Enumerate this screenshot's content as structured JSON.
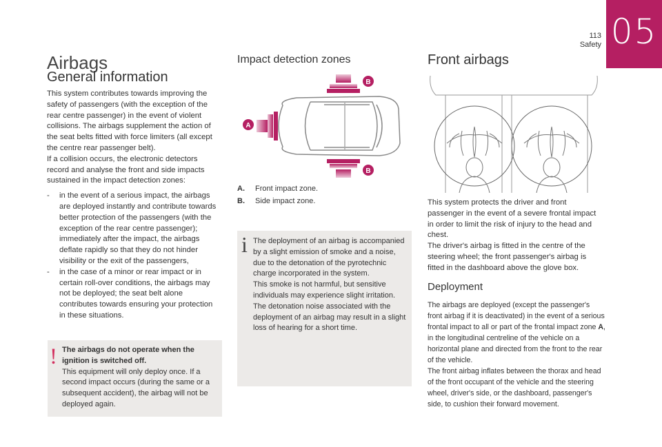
{
  "header": {
    "chapter": "05",
    "page_number": "113",
    "section": "Safety"
  },
  "col1": {
    "title": "Airbags",
    "subtitle": "General information",
    "intro": "This system contributes towards improving the safety of passengers (with the exception of the rear centre passenger) in the event of violent collisions. The airbags supplement the action of the seat belts fitted with force limiters (all except the centre rear passenger belt).",
    "intro2": "If a collision occurs, the electronic detectors record and analyse the front and side impacts sustained in the impact detection zones:",
    "bullets": [
      "in the event of a serious impact, the airbags are deployed instantly and contribute towards better protection of the passengers (with the exception of the rear centre passenger); immediately after the impact, the airbags deflate rapidly so that they do not hinder visibility or the exit of the passengers,",
      "in the case of a minor or rear impact or in certain roll-over conditions, the airbags may not be deployed; the seat belt alone contributes towards ensuring your protection in these situations."
    ],
    "warning": {
      "symbol": "!",
      "bold": "The airbags do not operate when the ignition is switched off.",
      "text": "This equipment will only deploy once. If a second impact occurs (during the same or a subsequent accident), the airbag will not be deployed again."
    }
  },
  "col2": {
    "title": "Impact detection zones",
    "marker_a": "A",
    "marker_b": "B",
    "legend": [
      {
        "key": "A.",
        "text": "Front impact zone."
      },
      {
        "key": "B.",
        "text": "Side impact zone."
      }
    ],
    "info": {
      "symbol": "i",
      "p1": "The deployment of an airbag is accompanied by a slight emission of smoke and a noise, due to the detonation of the pyrotechnic charge incorporated in the system.",
      "p2": "This smoke is not harmful, but sensitive individuals may experience slight irritation.",
      "p3": "The detonation noise associated with the deployment of an airbag may result in a slight loss of hearing for a short time."
    }
  },
  "col3": {
    "title": "Front airbags",
    "p1": "This system protects the driver and front passenger in the event of a severe frontal impact in order to limit the risk of injury to the head and chest.",
    "p2": "The driver's airbag is fitted in the centre of the steering wheel; the front passenger's airbag is fitted in the dashboard above the glove box.",
    "deployment_title": "Deployment",
    "d1_before": "The airbags are deployed (except the passenger's front airbag if it is deactivated) in the event of a serious frontal impact to all or part of the frontal impact zone ",
    "d1_zone": "A",
    "d1_after": ", in the longitudinal centreline of the vehicle on a horizontal plane and directed from the front to the rear of the vehicle.",
    "d2": "The front airbag inflates between the thorax and head of the front occupant of the vehicle and the steering wheel, driver's side, or the dashboard, passenger's side, to cushion their forward movement."
  },
  "colors": {
    "accent": "#b51f62",
    "box_bg": "#eceae8",
    "warning_symbol": "#d3305f"
  },
  "icons": [
    "warning-exclamation-icon",
    "info-icon"
  ]
}
